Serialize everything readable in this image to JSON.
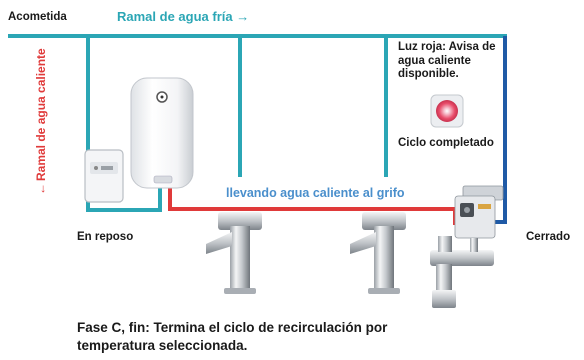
{
  "labels": {
    "acometida": "Acometida",
    "ramal_fria": "Ramal de agua fría",
    "ramal_fria_arrow": "→",
    "ramal_caliente": "Ramal de agua caliente",
    "ramal_caliente_arrow": "←",
    "luz_roja": "Luz roja: Avisa de agua caliente disponible.",
    "ciclo_completado": "Ciclo completado",
    "llevando": "llevando agua caliente al grifo",
    "en_reposo": "En reposo",
    "cerrado": "Cerrado",
    "fase": "Fase C, fin: Termina el ciclo de recirculación por temperatura seleccionada."
  },
  "colors": {
    "cold_pipe": "#2ba6b5",
    "hot_pipe": "#e03a3a",
    "return_pipe": "#1f5aa6",
    "indicator": "#e84c6a"
  }
}
